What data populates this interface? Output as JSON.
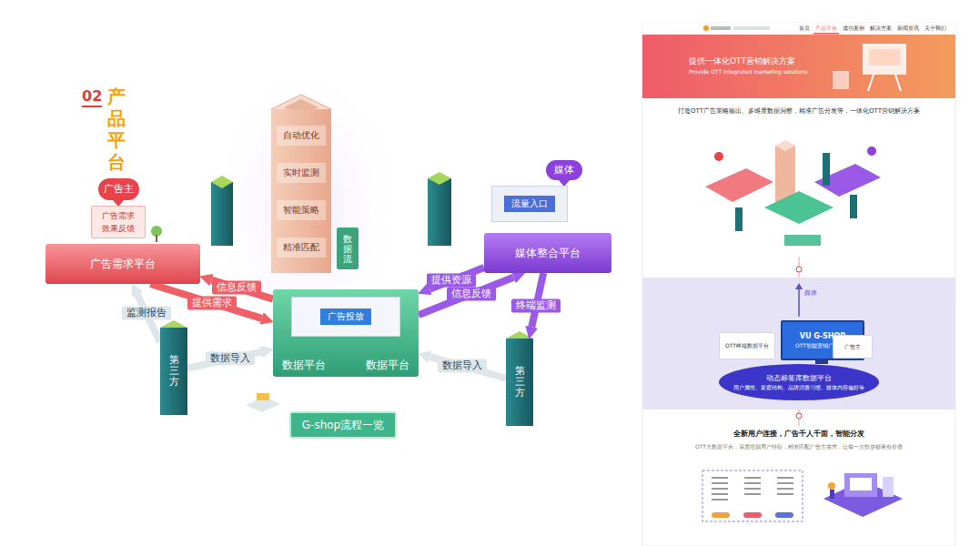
{
  "diagram": {
    "title": "产品平台",
    "nodes": [
      {
        "text": [
          "广告主"
        ]
      },
      {
        "text": [
          "广告需求",
          "效果反馈"
        ]
      },
      {
        "text": [
          "广告需求平台"
        ]
      },
      {
        "text": [
          "自动优化",
          "实时监测",
          "智能策略",
          "精准匹配"
        ]
      },
      {
        "text": [
          "数据流"
        ]
      },
      {
        "text": [
          "数据平台",
          "数据平台"
        ]
      },
      {
        "text": [
          "广告投放"
        ],
        "in": 5
      },
      {
        "text": [
          "媒体"
        ]
      },
      {
        "text": [
          "流量入口"
        ]
      },
      {
        "text": [
          "媒体整合平台"
        ]
      },
      {
        "text": [
          "第三方"
        ]
      },
      {
        "text": [
          "第三方"
        ]
      },
      {
        "text": [
          "G-shop流程一览"
        ]
      },
      {
        "text": [
          "VU G-SHOP",
          "OTT智能营销广告平台"
        ]
      },
      {
        "text": [
          "OTT终端数据平台"
        ]
      },
      {
        "text": [
          "广告主"
        ]
      },
      {
        "text": [
          "动态标签库数据平台",
          "用户属性、家庭结构、品牌消费习惯、媒体内容偏好等"
        ]
      }
    ],
    "edges": [
      {
        "from": 2,
        "to": 5,
        "label": "提供需求",
        "arrow": "to"
      },
      {
        "from": 5,
        "to": 2,
        "label": "信息反馈",
        "arrow": "to"
      },
      {
        "from": 9,
        "to": 5,
        "label": "提供资源",
        "arrow": "to"
      },
      {
        "from": 5,
        "to": 9,
        "label": "信息反馈",
        "arrow": "to"
      },
      {
        "from": 10,
        "to": 5,
        "label": "数据导入",
        "arrow": "to"
      },
      {
        "from": 11,
        "to": 5,
        "label": "数据导入",
        "arrow": "to"
      },
      {
        "from": 10,
        "to": 2,
        "label": "监测报告",
        "arrow": "to"
      },
      {
        "from": 9,
        "to": 11,
        "label": "终端监测",
        "arrow": "to"
      }
    ],
    "labels": [
      "02",
      "首页",
      "产品平台",
      "成功案例",
      "解决方案",
      "新闻资讯",
      "关于我们",
      "提供一体化OTT营销解决方案",
      "Provide OTT integrated marketing solutions",
      "打造OTT广告策略输出、多维度数据洞察，精准广告分发等，一体化OTT营销解决方案",
      "媒体",
      "全新用户连接，广告千人千面，智能分发",
      "OTT大数据平台，深度挖掘用户特征，精准匹配广告主需求，让每一次投放都更有价值"
    ]
  }
}
